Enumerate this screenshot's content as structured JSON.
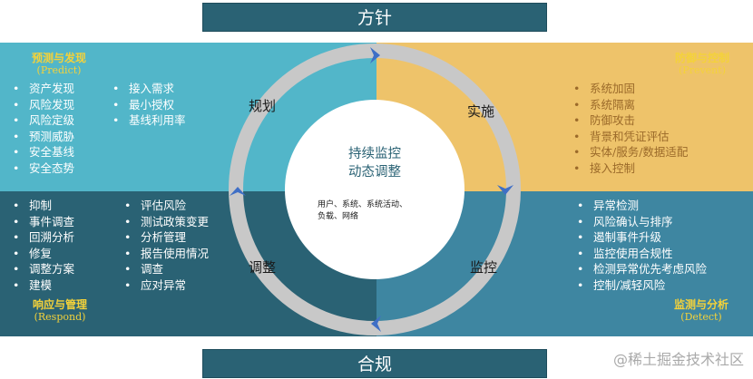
{
  "banners": {
    "top": "方针",
    "bottom": "合规"
  },
  "quadrants": {
    "predict": {
      "title": "预测与发现",
      "subtitle": "(Predict)",
      "col1": [
        "资产发现",
        "风险发现",
        "风险定级",
        "预测威胁",
        "安全基线",
        "安全态势"
      ],
      "col2": [
        "接入需求",
        "最小授权",
        "基线利用率"
      ]
    },
    "prevent": {
      "title": "防御与控制",
      "subtitle": "(Prevent)",
      "items": [
        "系统加固",
        "系统隔离",
        "防御攻击",
        "背景和凭证评估",
        "实体/服务/数据适配",
        "接入控制"
      ]
    },
    "respond": {
      "title": "响应与管理",
      "subtitle": "(Respond)",
      "col1": [
        "抑制",
        "事件调查",
        "回溯分析",
        "修复",
        "调整方案",
        "建模"
      ],
      "col2": [
        "评估风险",
        "测试政策变更",
        "分析管理",
        "报告使用情况",
        "调查",
        "应对异常"
      ]
    },
    "detect": {
      "title": "监测与分析",
      "subtitle": "(Detect)",
      "items": [
        "异常检测",
        "风险确认与排序",
        "遏制事件升级",
        "监控使用合规性",
        "检测异常优先考虑风险",
        "控制/减轻风险"
      ]
    }
  },
  "cycle": {
    "labels": {
      "plan": "规划",
      "implement": "实施",
      "monitor": "监控",
      "adjust": "调整"
    },
    "center_title_1": "持续监控",
    "center_title_2": "动态调整",
    "center_note_1": "用户、系统、系统活动、",
    "center_note_2": "负载、网络"
  },
  "watermark": "@稀土掘金技术社区",
  "colors": {
    "predict": "#52b6c9",
    "prevent": "#eec36a",
    "respond": "#2a6274",
    "detect": "#3e86a1",
    "ring": "#c8c8c8",
    "arrow": "#3f6fc6",
    "title_yellow": "#f4d23a"
  }
}
